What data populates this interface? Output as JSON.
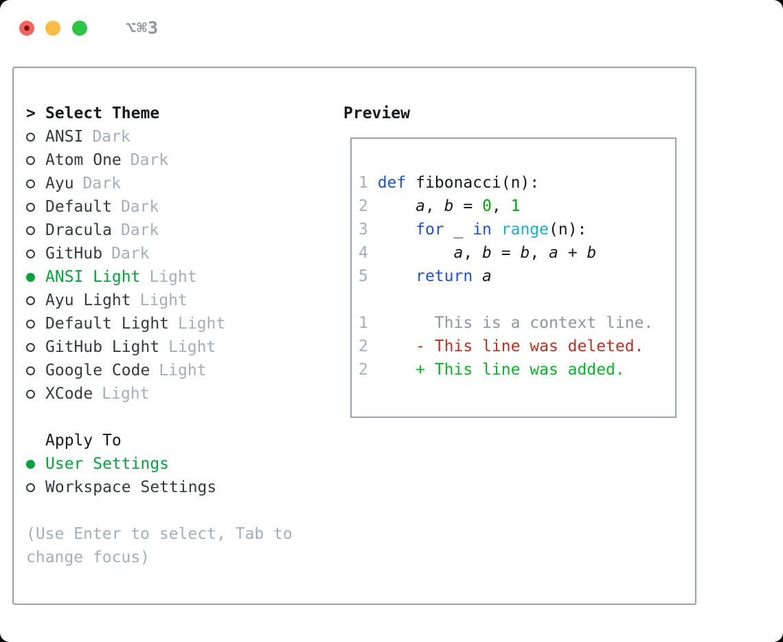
{
  "window": {
    "title_shortcut": "⌥⌘3",
    "controls": [
      "close",
      "minimize",
      "zoom"
    ]
  },
  "colors": {
    "backdrop": "#000000",
    "window_bg": "#ffffff",
    "border_gray": "#99a2ae",
    "ink": "#16191d",
    "item_text": "#343a41",
    "muted": "#a3aebc",
    "select_green": "#00a539",
    "keyword_blue": "#1c51d9",
    "builtin_cyan": "#16b0ce",
    "number_green": "#00a400",
    "context_gray": "#8d97a2",
    "deleted_red": "#c52d1f",
    "added_green": "#00b822",
    "line_number": "#a3aebc",
    "title_gray": "#8d959e",
    "tl_red": "#f4635e",
    "tl_red_dot": "#7d1912",
    "tl_yellow": "#f7bd45",
    "tl_green": "#2dc546"
  },
  "theme_list": {
    "header_marker": ">",
    "header": "Select Theme",
    "items": [
      {
        "name": "ANSI",
        "tag": "Dark",
        "selected": false
      },
      {
        "name": "Atom One",
        "tag": "Dark",
        "selected": false
      },
      {
        "name": "Ayu",
        "tag": "Dark",
        "selected": false
      },
      {
        "name": "Default",
        "tag": "Dark",
        "selected": false
      },
      {
        "name": "Dracula",
        "tag": "Dark",
        "selected": false
      },
      {
        "name": "GitHub",
        "tag": "Dark",
        "selected": false
      },
      {
        "name": "ANSI Light",
        "tag": "Light",
        "selected": true
      },
      {
        "name": "Ayu Light",
        "tag": "Light",
        "selected": false
      },
      {
        "name": "Default Light",
        "tag": "Light",
        "selected": false
      },
      {
        "name": "GitHub Light",
        "tag": "Light",
        "selected": false
      },
      {
        "name": "Google Code",
        "tag": "Light",
        "selected": false
      },
      {
        "name": "XCode",
        "tag": "Light",
        "selected": false
      }
    ]
  },
  "apply_to": {
    "header": "Apply To",
    "options": [
      {
        "label": "User Settings",
        "selected": true
      },
      {
        "label": "Workspace Settings",
        "selected": false
      }
    ]
  },
  "hint": {
    "lines": [
      "(Use Enter to select, Tab to",
      "change focus)"
    ]
  },
  "preview": {
    "header": "Preview",
    "code": [
      {
        "num": "1",
        "segments": [
          {
            "text": "def",
            "type": "keyword"
          },
          {
            "text": " fibonacci(n):",
            "type": "plain"
          }
        ]
      },
      {
        "num": "2",
        "segments": [
          {
            "text": "    ",
            "type": "plain"
          },
          {
            "text": "a",
            "type": "var"
          },
          {
            "text": ", ",
            "type": "plain"
          },
          {
            "text": "b",
            "type": "var"
          },
          {
            "text": " = ",
            "type": "plain"
          },
          {
            "text": "0",
            "type": "num"
          },
          {
            "text": ", ",
            "type": "plain"
          },
          {
            "text": "1",
            "type": "num"
          }
        ]
      },
      {
        "num": "3",
        "segments": [
          {
            "text": "    ",
            "type": "plain"
          },
          {
            "text": "for",
            "type": "keyword"
          },
          {
            "text": " _ ",
            "type": "plain"
          },
          {
            "text": "in",
            "type": "keyword"
          },
          {
            "text": " ",
            "type": "plain"
          },
          {
            "text": "range",
            "type": "builtin"
          },
          {
            "text": "(n):",
            "type": "plain"
          }
        ]
      },
      {
        "num": "4",
        "segments": [
          {
            "text": "        ",
            "type": "plain"
          },
          {
            "text": "a",
            "type": "var"
          },
          {
            "text": ", ",
            "type": "plain"
          },
          {
            "text": "b",
            "type": "var"
          },
          {
            "text": " = ",
            "type": "plain"
          },
          {
            "text": "b",
            "type": "var"
          },
          {
            "text": ", ",
            "type": "plain"
          },
          {
            "text": "a",
            "type": "var"
          },
          {
            "text": " + ",
            "type": "plain"
          },
          {
            "text": "b",
            "type": "var"
          }
        ]
      },
      {
        "num": "5",
        "segments": [
          {
            "text": "    ",
            "type": "plain"
          },
          {
            "text": "return",
            "type": "keyword"
          },
          {
            "text": " ",
            "type": "plain"
          },
          {
            "text": "a",
            "type": "var"
          }
        ]
      },
      {
        "num": "",
        "segments": []
      },
      {
        "num": "1",
        "segments": [
          {
            "text": "      This is a context line.",
            "type": "context"
          }
        ]
      },
      {
        "num": "2",
        "segments": [
          {
            "text": "    ",
            "type": "plain"
          },
          {
            "text": "- This line was deleted.",
            "type": "deleted"
          }
        ]
      },
      {
        "num": "2",
        "segments": [
          {
            "text": "    ",
            "type": "plain"
          },
          {
            "text": "+ This line was added.",
            "type": "added"
          }
        ]
      }
    ]
  }
}
